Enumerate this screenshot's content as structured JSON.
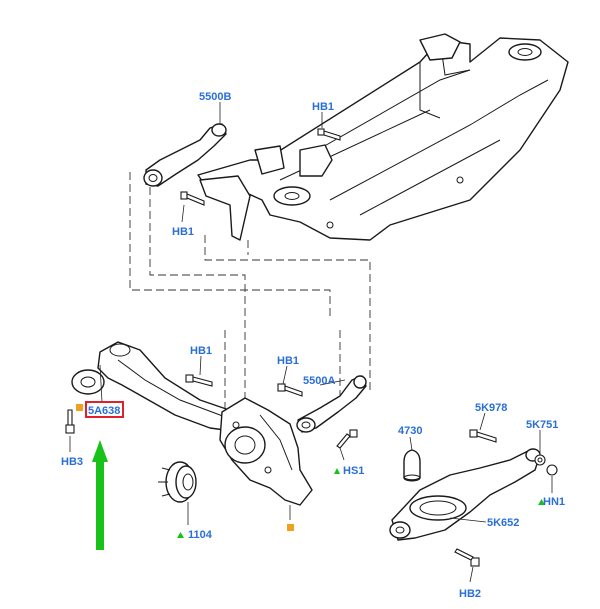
{
  "callouts": {
    "c_5500B": "5500B",
    "c_hb1_top": "HB1",
    "c_hb1_left": "HB1",
    "c_hb1_mid": "HB1",
    "c_hb1_right": "HB1",
    "c_5500A": "5500A",
    "c_5A638": "5A638",
    "c_hb3": "HB3",
    "c_hs1": "HS1",
    "c_1104": "1104",
    "c_4730": "4730",
    "c_5K978": "5K978",
    "c_5K751": "5K751",
    "c_hn1": "HN1",
    "c_5K652": "5K652",
    "c_hb2": "HB2"
  },
  "colors": {
    "label": "#2a6fd6",
    "highlight_box": "#e0202a",
    "arrow": "#19c219",
    "marker_square": "#f0a020",
    "marker_triangle": "#19c219"
  },
  "highlighted_part": "5A638"
}
